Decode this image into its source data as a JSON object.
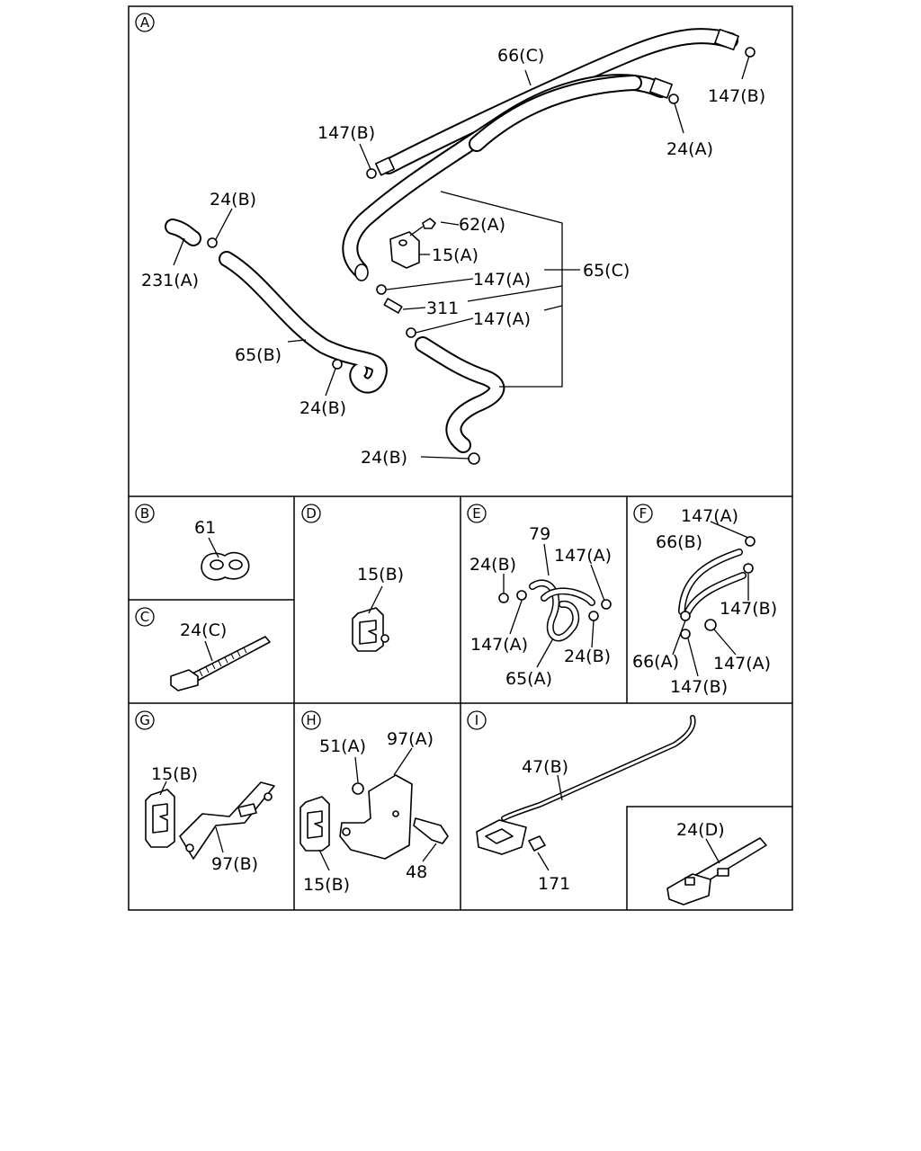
{
  "sections": [
    "A",
    "B",
    "C",
    "D",
    "E",
    "F",
    "G",
    "H",
    "I"
  ],
  "labels": {
    "a_66c": "66(C)",
    "a_147b_top": "147(B)",
    "a_147b_mid": "147(B)",
    "a_24a": "24(A)",
    "a_24b_top": "24(B)",
    "a_231a": "231(A)",
    "a_62a": "62(A)",
    "a_15a": "15(A)",
    "a_147a_1": "147(A)",
    "a_65c": "65(C)",
    "a_311": "311",
    "a_147a_2": "147(A)",
    "a_65b": "65(B)",
    "a_24b_mid": "24(B)",
    "a_24b_bot": "24(B)",
    "b_61": "61",
    "c_24c": "24(C)",
    "d_15b": "15(B)",
    "e_79": "79",
    "e_24b_1": "24(B)",
    "e_147a_1": "147(A)",
    "e_147a_2": "147(A)",
    "e_24b_2": "24(B)",
    "e_65a": "65(A)",
    "f_147a_1": "147(A)",
    "f_66b": "66(B)",
    "f_147b_1": "147(B)",
    "f_66a": "66(A)",
    "f_147a_2": "147(A)",
    "f_147b_2": "147(B)",
    "g_15b": "15(B)",
    "g_97b": "97(B)",
    "h_51a": "51(A)",
    "h_97a": "97(A)",
    "h_15b": "15(B)",
    "h_48": "48",
    "i_47b": "47(B)",
    "i_171": "171",
    "i_24d": "24(D)"
  }
}
